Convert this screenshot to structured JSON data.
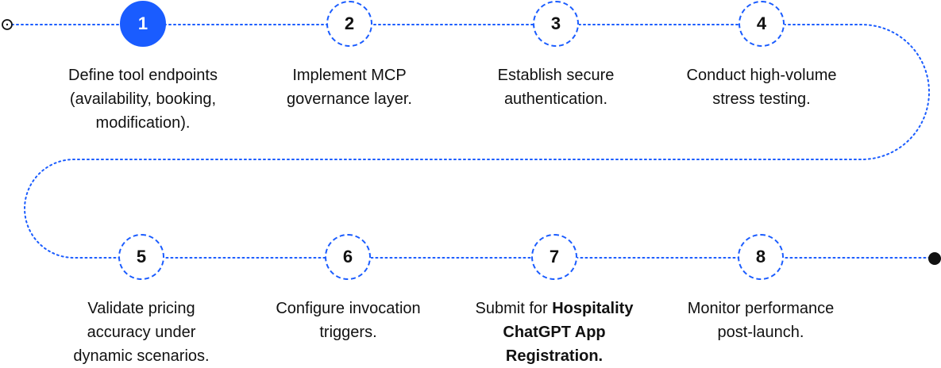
{
  "accent_color": "#1a5cff",
  "line_color": "#1a5cff",
  "text_color": "#111111",
  "start_marker": "open-circle",
  "end_marker": "filled-dot",
  "steps": [
    {
      "number": "1",
      "active": true,
      "text": "Define tool endpoints (availability, booking, modification).",
      "bold": ""
    },
    {
      "number": "2",
      "active": false,
      "text": "Implement MCP governance layer.",
      "bold": ""
    },
    {
      "number": "3",
      "active": false,
      "text": "Establish secure authentication.",
      "bold": ""
    },
    {
      "number": "4",
      "active": false,
      "text": "Conduct high-volume stress testing.",
      "bold": ""
    },
    {
      "number": "5",
      "active": false,
      "text": "Validate pricing accuracy under dynamic scenarios.",
      "bold": ""
    },
    {
      "number": "6",
      "active": false,
      "text": "Configure invocation triggers.",
      "bold": ""
    },
    {
      "number": "7",
      "active": false,
      "text": "Submit for ",
      "bold": "Hospitality ChatGPT App Registration."
    },
    {
      "number": "8",
      "active": false,
      "text": "Monitor performance post-launch.",
      "bold": ""
    }
  ]
}
